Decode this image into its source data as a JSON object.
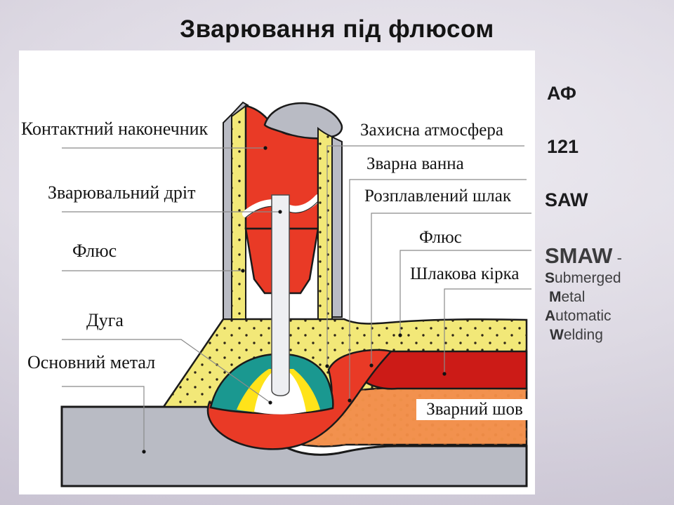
{
  "slide": {
    "title": "Зварювання під флюсом"
  },
  "diagram": {
    "labels": {
      "contact_tip": "Контактний наконечник",
      "wire": "Зварювальний дріт",
      "flux_left": "Флюс",
      "arc": "Дуга",
      "base_metal": "Основний метал",
      "atmosphere": "Захисна атмосфера",
      "weld_pool": "Зварна ванна",
      "molten_slag": "Розплавлений шлак",
      "flux_right": "Флюс",
      "slag_crust": "Шлакова кірка",
      "weld_seam": "Зварний шов"
    }
  },
  "codes": {
    "af": "АФ",
    "num": "121",
    "saw": "SAW"
  },
  "smaw": {
    "abbr": "SMAW",
    "dash": "-",
    "lines": [
      [
        "S",
        "ubmerged"
      ],
      [
        "M",
        "etal"
      ],
      [
        "A",
        "utomatic"
      ],
      [
        "W",
        "elding"
      ]
    ]
  },
  "colors": {
    "flux_yellow": "#F2E878",
    "metal_gray": "#B9BBC4",
    "red_bright": "#E93A26",
    "crust_red": "#CC1B17",
    "seam_orange": "#F2914E",
    "pool_teal": "#1A9890",
    "arc_yellow": "#FFE31A",
    "wire_white": "#EEEFF2",
    "outline": "#1a1a1a"
  }
}
